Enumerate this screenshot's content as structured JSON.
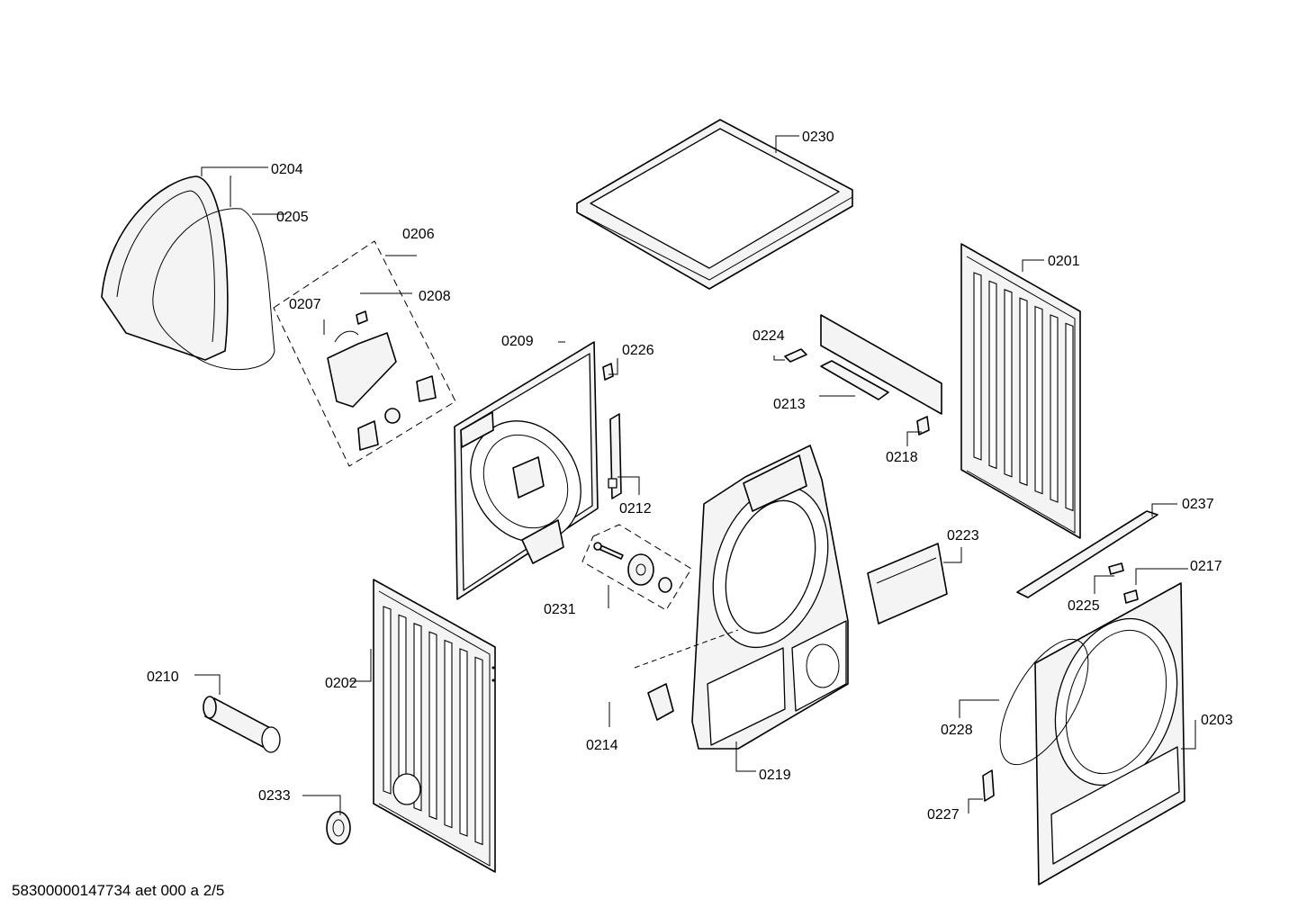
{
  "labels": {
    "p0201": "0201",
    "p0202": "0202",
    "p0203": "0203",
    "p0204": "0204",
    "p0205": "0205",
    "p0206": "0206",
    "p0207": "0207",
    "p0208": "0208",
    "p0209": "0209",
    "p0210": "0210",
    "p0212": "0212",
    "p0213": "0213",
    "p0214": "0214",
    "p0217": "0217",
    "p0218": "0218",
    "p0219": "0219",
    "p0223": "0223",
    "p0224": "0224",
    "p0225": "0225",
    "p0226": "0226",
    "p0227": "0227",
    "p0228": "0228",
    "p0230": "0230",
    "p0231": "0231",
    "p0233": "0233",
    "p0237": "0237"
  },
  "footer": "58300000147734 aet 000 a 2/5"
}
